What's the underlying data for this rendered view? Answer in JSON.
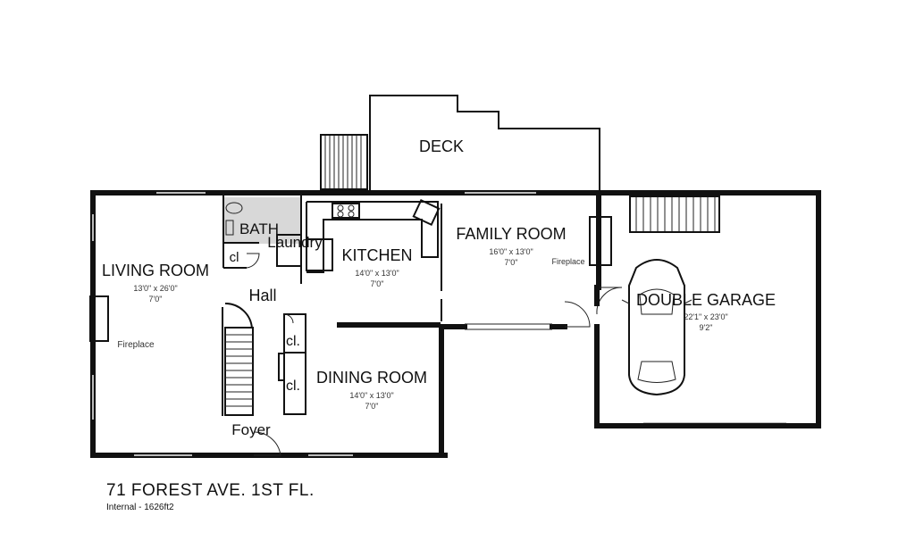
{
  "rooms": {
    "deck": {
      "name": "DECK"
    },
    "bath": {
      "name": "BATH"
    },
    "laundry": {
      "name": "Laundry"
    },
    "kitchen": {
      "name": "KITCHEN",
      "dims": "14'0\" x 13'0\"",
      "height": "7'0\""
    },
    "family_room": {
      "name": "FAMILY ROOM",
      "dims": "16'0\" x 13'0\"",
      "height": "7'0\"",
      "extra": "Fireplace"
    },
    "living_room": {
      "name": "LIVING ROOM",
      "dims": "13'0\" x 26'0\"",
      "height": "7'0\"",
      "extra": "Fireplace"
    },
    "hall": {
      "name": "Hall"
    },
    "dining_room": {
      "name": "DINING ROOM",
      "dims": "14'0\" x 13'0\"",
      "height": "7'0\""
    },
    "foyer": {
      "name": "Foyer"
    },
    "double_garage": {
      "name": "DOUBLE GARAGE",
      "dims": "22'1\" x 23'0\"",
      "height": "9'2\""
    },
    "closets": {
      "cl1": "cl",
      "cl2": "cl.",
      "cl3": "cl."
    }
  },
  "footer": {
    "title": "71 FOREST AVE. 1ST FL.",
    "subtitle": "Internal - 1626ft2"
  }
}
